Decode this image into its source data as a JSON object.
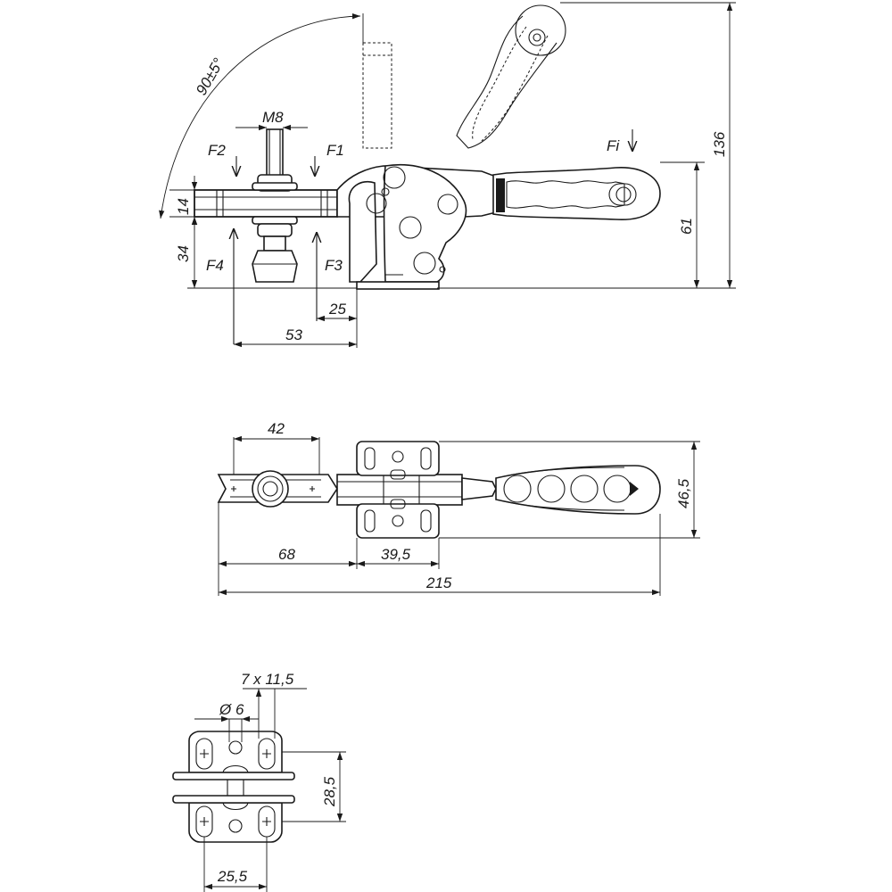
{
  "side_view": {
    "angle": "90±5°",
    "thread": "M8",
    "force_f1": "F1",
    "force_f2": "F2",
    "force_f3": "F3",
    "force_f4": "F4",
    "force_fi": "Fi",
    "dim_14": "14",
    "dim_34": "34",
    "dim_25": "25",
    "dim_53": "53",
    "dim_61": "61",
    "dim_136": "136"
  },
  "top_view": {
    "dim_42": "42",
    "dim_68": "68",
    "dim_39_5": "39,5",
    "dim_215": "215",
    "dim_46_5": "46,5"
  },
  "base_view": {
    "slot": "7 x 11,5",
    "hole": "Ø 6",
    "dim_28_5": "28,5",
    "dim_25_5": "25,5"
  }
}
